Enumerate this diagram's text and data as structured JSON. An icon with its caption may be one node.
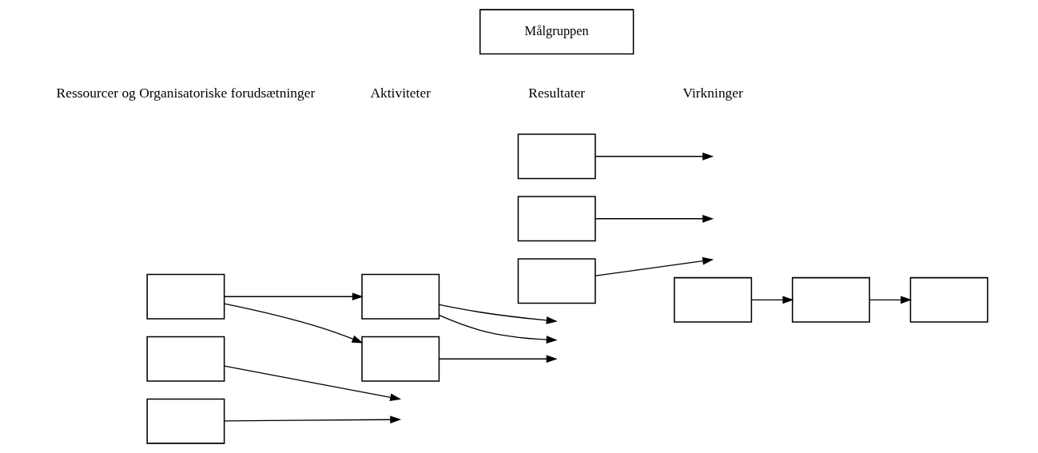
{
  "diagram": {
    "nodes": [
      {
        "text": [
          "Målgruppen"
        ]
      },
      {
        "text": [],
        "shape": "box"
      },
      {
        "text": [],
        "shape": "box"
      },
      {
        "text": [],
        "shape": "box"
      },
      {
        "text": [],
        "shape": "box"
      },
      {
        "text": [],
        "shape": "box"
      },
      {
        "text": [],
        "shape": "box"
      },
      {
        "text": [],
        "shape": "box"
      },
      {
        "text": [],
        "shape": "box"
      },
      {
        "text": [],
        "shape": "box"
      },
      {
        "text": [],
        "shape": "box"
      },
      {
        "text": [],
        "shape": "box"
      }
    ],
    "edges": [
      {
        "from": 1,
        "to": 4,
        "arrow": "to"
      },
      {
        "from": 1,
        "to": 5,
        "arrow": "to"
      },
      {
        "from": 2,
        "to": null,
        "arrow": "to"
      },
      {
        "from": 3,
        "to": null,
        "arrow": "to"
      },
      {
        "from": 4,
        "to": null,
        "arrow": "to"
      },
      {
        "from": 4,
        "to": null,
        "arrow": "to"
      },
      {
        "from": 5,
        "to": null,
        "arrow": "to"
      },
      {
        "from": 6,
        "to": null,
        "arrow": "to"
      },
      {
        "from": 7,
        "to": null,
        "arrow": "to"
      },
      {
        "from": 8,
        "to": null,
        "arrow": "to"
      },
      {
        "from": 9,
        "to": 10,
        "arrow": "to"
      },
      {
        "from": 10,
        "to": 11,
        "arrow": "to"
      }
    ],
    "labels": [
      "Ressourcer og Organisatoriske forudsætninger",
      "Aktiviteter",
      "Resultater",
      "Virkninger"
    ]
  }
}
